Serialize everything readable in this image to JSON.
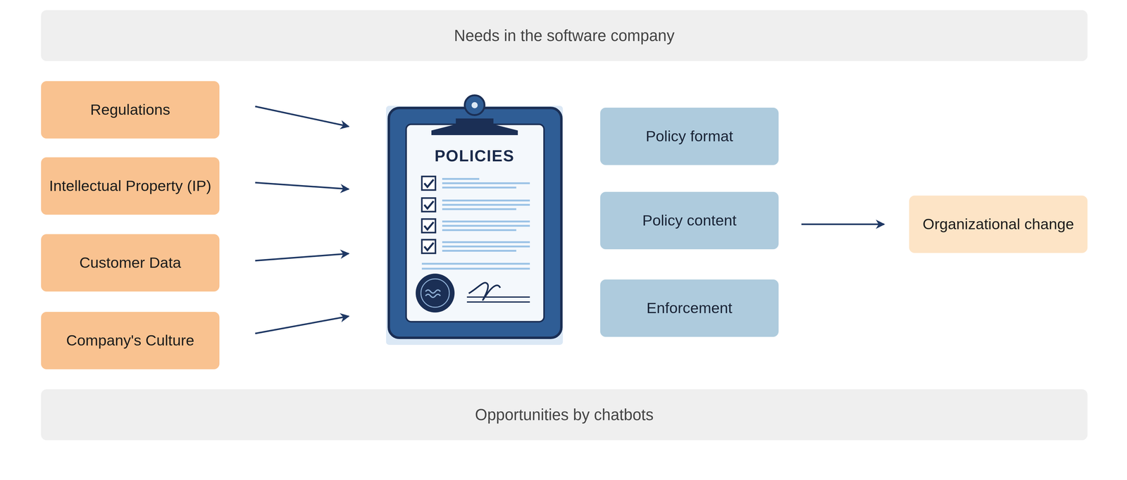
{
  "diagram": {
    "nodes": [
      {
        "text": [
          "Needs in the software company"
        ]
      },
      {
        "text": [
          "Regulations"
        ]
      },
      {
        "text": [
          "Intellectual Property (IP)"
        ]
      },
      {
        "text": [
          "Customer Data"
        ]
      },
      {
        "text": [
          "Company's Culture"
        ]
      },
      {
        "text": [
          "POLICIES"
        ]
      },
      {
        "text": [
          "Policy format"
        ]
      },
      {
        "text": [
          "Policy content"
        ]
      },
      {
        "text": [
          "Enforcement"
        ]
      },
      {
        "text": [
          "Organizational change"
        ]
      },
      {
        "text": [
          "Opportunities by chatbots"
        ]
      }
    ],
    "edges": [
      {
        "from": 1,
        "to": 5,
        "arrow": "to"
      },
      {
        "from": 2,
        "to": 5,
        "arrow": "to"
      },
      {
        "from": 3,
        "to": 5,
        "arrow": "to"
      },
      {
        "from": 4,
        "to": 5,
        "arrow": "to"
      },
      {
        "from": 7,
        "to": 9,
        "arrow": "to"
      }
    ]
  }
}
